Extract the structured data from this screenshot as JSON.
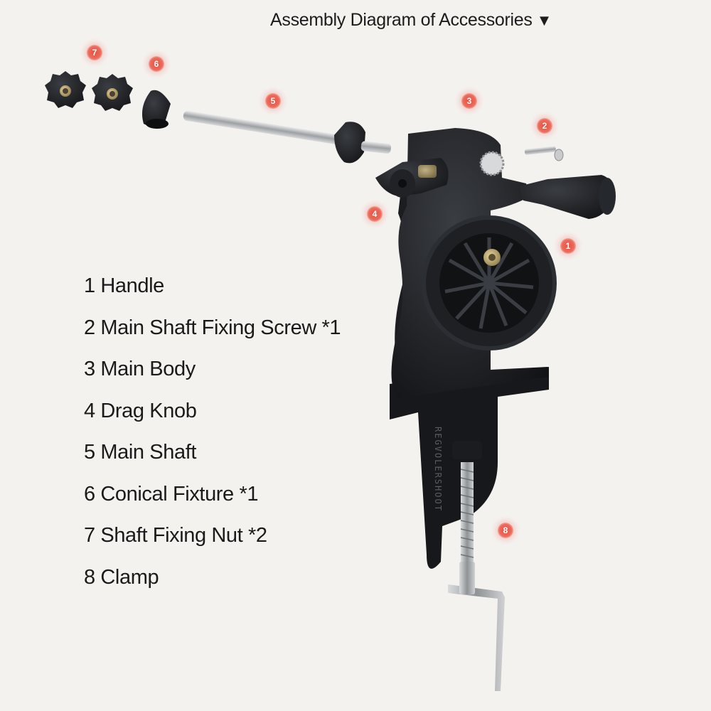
{
  "title": "Assembly Diagram of Accessories",
  "title_icon": "down-triangle-icon",
  "parts": [
    {
      "number": "1",
      "label": "1 Handle"
    },
    {
      "number": "2",
      "label": "2 Main Shaft Fixing Screw *1"
    },
    {
      "number": "3",
      "label": "3 Main Body"
    },
    {
      "number": "4",
      "label": "4 Drag Knob"
    },
    {
      "number": "5",
      "label": "5 Main Shaft"
    },
    {
      "number": "6",
      "label": "6 Conical Fixture *1"
    },
    {
      "number": "7",
      "label": "7 Shaft Fixing Nut *2"
    },
    {
      "number": "8",
      "label": "8 Clamp"
    }
  ],
  "body_engraving": "REGVOLERSHOOT",
  "colors": {
    "background": "#f4f2ef",
    "part": "#17191d",
    "badge": "#e94f3f",
    "metal": "#b9bcbf"
  }
}
